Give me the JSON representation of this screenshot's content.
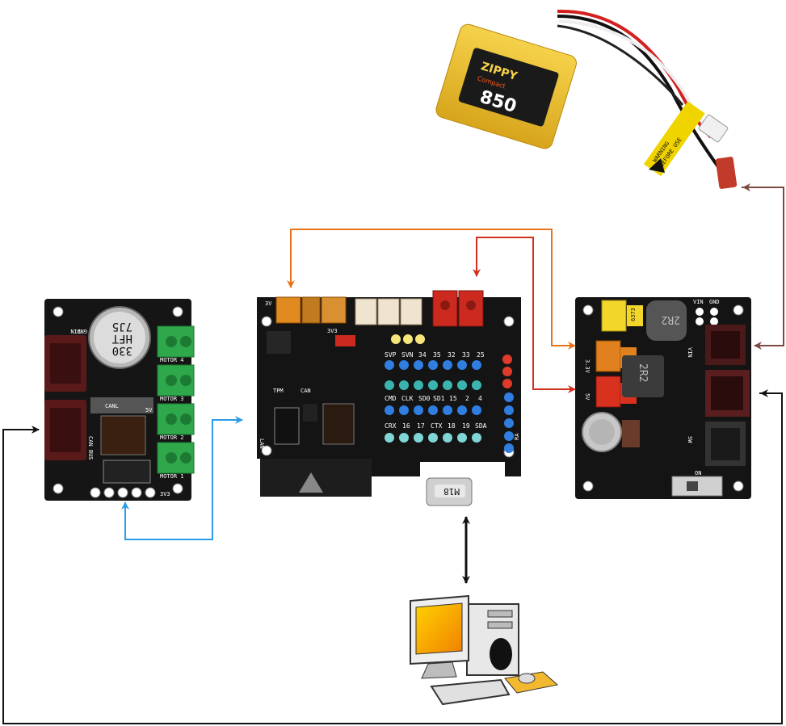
{
  "battery": {
    "brand": "ZIPPY",
    "model": "Compact",
    "capacity": "850",
    "warning_1": "WARNING",
    "warning_2": "BEFORE USE"
  },
  "motor_board": {
    "capacitor_line1": "330",
    "capacitor_line2": "HFT",
    "capacitor_line3": "7J5",
    "vin_label": "VIN",
    "gnd_label": "GND",
    "motor_labels": [
      "MOTOR 4",
      "MOTOR 3",
      "MOTOR 2",
      "MOTOR 1"
    ],
    "can_bus_label": "CAN BUS",
    "canl_label": "CANL",
    "volt_label": "5V",
    "bottom_label": "3V3"
  },
  "main_board": {
    "top_left_label": "3V",
    "v33_label": "3V3",
    "tpm_label": "TPM",
    "can_label": "CAN",
    "lan_label": "LAN",
    "usb_label": "M18",
    "pin_row_1": [
      "SVP",
      "SVN",
      "34",
      "35",
      "32",
      "33",
      "25"
    ],
    "pin_row_2": [
      "CMD",
      "CLK",
      "SD0",
      "SD1",
      "15",
      "2",
      "4"
    ],
    "pin_row_3": [
      "CRX",
      "16",
      "17",
      "CTX",
      "18",
      "19",
      "SDA"
    ],
    "side_label": "RA"
  },
  "power_board": {
    "vin_label": "VIN",
    "gnd_label": "GND",
    "inductor_1": "2R2",
    "inductor_2": "2R2",
    "rail_33": "3.3V",
    "rail_5": "5V",
    "connector_label": "6373",
    "sw_label": "SW",
    "on_label": "ON"
  },
  "colors": {
    "orange_arrow": "#e8731e",
    "red_arrow": "#d32f1f",
    "brown_arrow": "#7a4a44",
    "blue_arrow": "#2c9ce8",
    "black_arrow": "#111111"
  },
  "icons": [
    "computer-icon",
    "battery-image"
  ]
}
